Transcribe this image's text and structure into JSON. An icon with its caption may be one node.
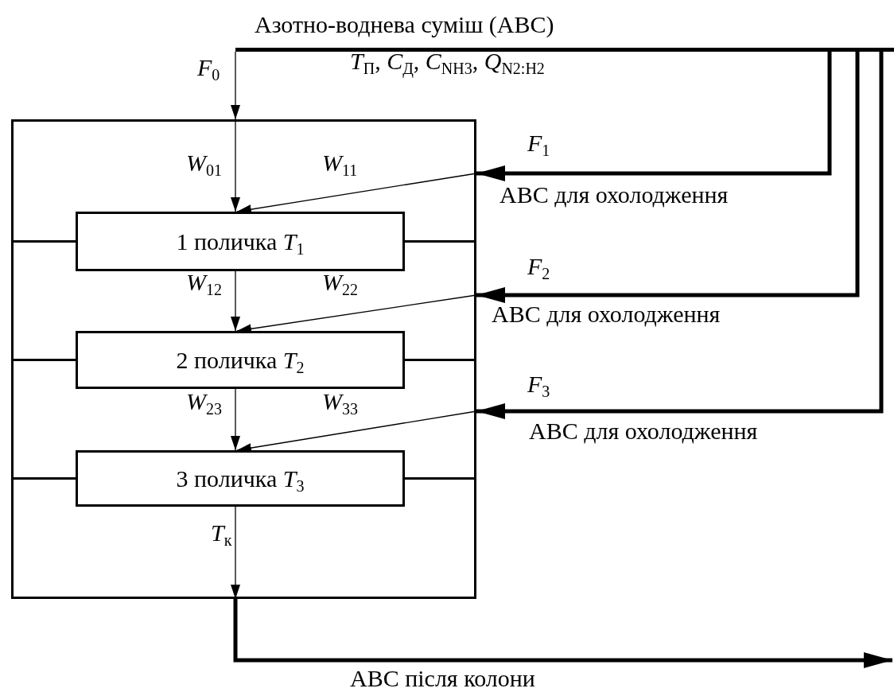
{
  "diagram": {
    "nodes": [
      {
        "text": [],
        "shape": "box"
      },
      {
        "text": [
          "1 поличка *T*$_{1}$"
        ],
        "in": 0
      },
      {
        "text": [
          "2 поличка *T*$_{2}$"
        ],
        "in": 0
      },
      {
        "text": [
          "3 поличка *T*$_{3}$"
        ],
        "in": 0
      },
      {
        "text": [
          "Азотно-воднева суміш (АВС)"
        ],
        "beside": [
          "*T*$_{П}$, *C*$_{Д}$, *C*$_{NH3}$, *Q*$_{N2:H2}$"
        ]
      }
    ],
    "edges": [
      {
        "from": 4,
        "to": 0,
        "arrow": "to",
        "label": "*F*$_{0}$"
      },
      {
        "from": 0,
        "to": 1,
        "arrow": "to",
        "label": "*W*$_{01}$"
      },
      {
        "from": 4,
        "to": 0,
        "arrow": "to",
        "label": "*F*$_{1}$",
        "style": "thick"
      },
      {
        "from": 0,
        "to": 1,
        "arrow": "to",
        "label": "*W*$_{11}$"
      },
      {
        "from": 1,
        "to": 2,
        "arrow": "to",
        "label": "*W*$_{12}$"
      },
      {
        "from": 4,
        "to": 0,
        "arrow": "to",
        "label": "*F*$_{2}$",
        "style": "thick"
      },
      {
        "from": 0,
        "to": 2,
        "arrow": "to",
        "label": "*W*$_{22}$"
      },
      {
        "from": 2,
        "to": 3,
        "arrow": "to",
        "label": "*W*$_{23}$"
      },
      {
        "from": 4,
        "to": 0,
        "arrow": "to",
        "label": "*F*$_{3}$",
        "style": "thick"
      },
      {
        "from": 0,
        "to": 3,
        "arrow": "to",
        "label": "*W*$_{33}$"
      },
      {
        "from": 3,
        "to": 0,
        "arrow": "to",
        "label": "*T*$_{к}$"
      },
      {
        "from": 0,
        "to": null,
        "arrow": "to",
        "label": "АВС після колони",
        "style": "thick"
      }
    ],
    "labels": [
      "АВС для охолодження",
      "АВС для охолодження",
      "АВС для охолодження"
    ]
  }
}
